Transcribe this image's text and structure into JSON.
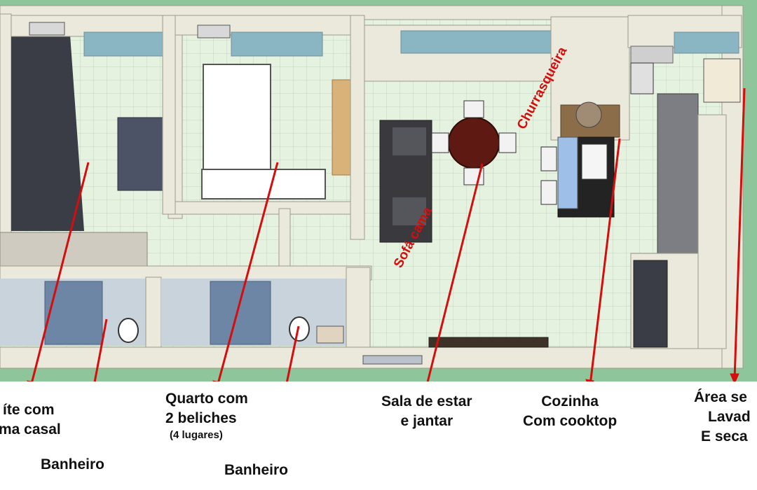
{
  "colors": {
    "grass": "#8fc59a",
    "floor": "#e6f2e0",
    "grid": "#c3d7c0",
    "wall_top": "#ebe9dc",
    "wall_side": "#b9b5a3",
    "dark_gray": "#3a3d45",
    "window": "#8ab6c4",
    "annotation": "#d40d0d",
    "wood": "#d9b27a"
  },
  "diagram_labels": {
    "churrasqueira": "Churrasqueira",
    "sofa_cama": "Sofá cama"
  },
  "callouts": {
    "suite_line1": "íte com",
    "suite_line2": "ma casal",
    "banheiro_1": "Banheiro",
    "quarto_line1": "Quarto com",
    "quarto_line2": "2 beliches",
    "quarto_line3": "(4 lugares)",
    "banheiro_2": "Banheiro",
    "sala_line1": "Sala de estar",
    "sala_line2": "e jantar",
    "cozinha_line1": "Cozinha",
    "cozinha_line2": "Com cooktop",
    "area_line1": "Área se",
    "area_line2": "Lavad",
    "area_line3": "E seca"
  }
}
